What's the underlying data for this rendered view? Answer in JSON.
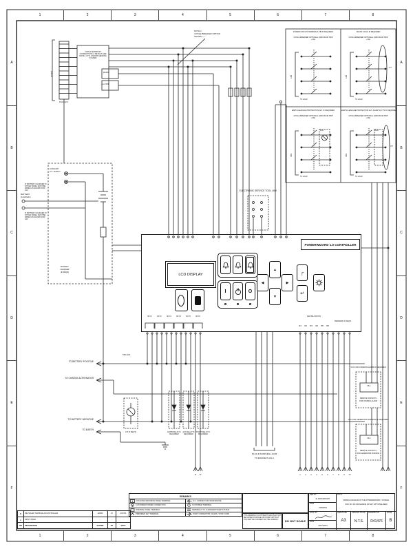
{
  "sheet": {
    "grid_cols": [
      "1",
      "2",
      "3",
      "4",
      "5",
      "6",
      "7",
      "8"
    ],
    "grid_rows": [
      "A",
      "B",
      "C",
      "D",
      "E",
      "F"
    ]
  },
  "top_left": {
    "note1_l1": "NOTE 1:",
    "note1_l2": "4 POLE BREAKER OPTION",
    "note1_l3": "SHOWN ----",
    "connector_text": "FOR ALTERNATOR CONNECTIONS & DETAILS SEE NOTE 1 CT'S & MAINS SENSING SYSTEM",
    "strip_label": "42 WAY",
    "plug_label": "PLUG A(X)",
    "box_mains": "MAINS",
    "box_estop": "E-STOP"
  },
  "detail_boxes": [
    {
      "title": "POWER CIRCUIT TERMINALS TB IF REQUIRED",
      "subtitle": "4 POLE BREAKER OPTIONAL (CB2 MCCB TRIP +VE)",
      "cb": "CB2",
      "load": "TO LOAD"
    },
    {
      "title": "SHUNT COILS IF REQUIRED",
      "subtitle": "4 POLE BREAKER OPTIONAL (CB2 MCCB TRIP +VE)",
      "cb": "CB2",
      "load": "TO LOAD",
      "ct": "CT"
    },
    {
      "title": "EARTH LEAKAGE PROTECTION ALT. IF REQUIRED",
      "subtitle": "4 POLE BREAKER OPTIONAL (CB2 MCCB TRIP +VE)",
      "cb": "CB2",
      "load": "TO LOAD",
      "rcd": "RCD"
    },
    {
      "title": "EARTH LEAKAGE PROTECTION ALT. & EARTH CT'S IF REQUIRED",
      "subtitle": "4 POLE BREAKER OPTIONAL (CB2 MCCB TRIP +VE)",
      "cb": "CB2",
      "load": "TO LOAD",
      "rcd": "RCD",
      "ct": "CT"
    }
  ],
  "middle": {
    "service_tool": "ELECTRONIC SERVICE TOOL LINK",
    "battery_l1": "BATTERY",
    "battery_l2": "(12/24Vdc)",
    "aux_l1": "AUXILIARY",
    "aux_l2": "A.C. SUPPLY",
    "note_a": "IF BATTERY CHARGER IS FITTED PANEL MUST BE WIRED AS SHOWN FOR 12V",
    "note_b": "IF BATTERY CHARGER IS FITTED PANEL MUST BE WIRED AS SHOWN FOR 24V",
    "charger_l1": "BATTERY",
    "charger_l2": "CHARGER",
    "charger_l3": "(IF REQD)"
  },
  "controller": {
    "title": "POWERWIZARD 1.0 CONTROLLER",
    "lcd": "LCD DISPLAY",
    "run": "I",
    "stop": "O",
    "up": "▲",
    "down": "▼",
    "left": "◀",
    "right": "▶",
    "esc": "┌",
    "enter": "↵"
  },
  "io": {
    "outputs": [
      "RLY1",
      "RLY2",
      "RLY3",
      "RLY4",
      "RLY5",
      "RLY6"
    ],
    "inputs": [
      "IP1",
      "IP2",
      "IP3",
      "IP4",
      "IP5",
      "IP6"
    ],
    "caption_inputs": "DIGITAL INPUTS",
    "caption_senders": "SENDERS IF REQ'D",
    "pins": [
      "1",
      "2",
      "3",
      "4",
      "5",
      "6",
      "7",
      "8",
      "9",
      "10",
      "11",
      "12"
    ]
  },
  "left_feeds": [
    "TO BATTERY POSITIVE",
    "TO CHARGE ALTERNATOR",
    "TO BATTERY NEGATIVE",
    "TO EARTH"
  ],
  "bottom": {
    "tb2_note": "TB2 LINK",
    "plugb": "PLUG B SUPPLIES LOOM",
    "engine": "TO ENGINE PLUG A",
    "opt1": "HORN RELAY IF REQUIRED",
    "opt2": "AUX RELAY IF REQUIRED",
    "opt3": "START RELAY IF REQUIRED",
    "opt0": "FIT IF REQ'D"
  },
  "vfc": [
    {
      "title": "VFC FOR COMMON ALARM IF REQUIRED",
      "relay": "RL1",
      "cap1": "REMOTE CONTACTS",
      "cap2": "FOR COMMON ALARM"
    },
    {
      "title": "VFC FOR GENERATOR RUNNING IF REQUIRED",
      "relay": "RL2",
      "cap1": "REMOTE CONTACTS",
      "cap2": "FOR GENERATOR RUNNING"
    }
  ],
  "remarks": {
    "title": "REMARKS",
    "rows": [
      {
        "left": "OUTGOING/INCOMING PANEL TERMINAL",
        "right": "D.C. CONNECTOR FROM ENGINE"
      },
      {
        "left": "CUSTOMER POWER CONNECTION",
        "right": "CUSTOMER TERMINAL"
      },
      {
        "left": "INTERNAL PANEL TERMINAL",
        "right": "TERMINALS TO CHARGER/OTHER SYSTEM"
      },
      {
        "left": "PREWIRED KEY TERMINAL",
        "right": "8 WAY CONNECTOR ON ENG. STOP LOOM"
      }
    ]
  },
  "copyright": "THIS DRAWING IS COPYRIGHT AND MUST NOT BE COPIED IN WHOLE OR IN PART WITHOUT THE WRITTEN CONSENT OF THE COMPANY",
  "revisions": {
    "rows": [
      {
        "issue": "B",
        "description": "RE-ISSUED TERMINALS/CONTROLLER",
        "ecn": "E2843",
        "by": "JC",
        "date": "29/7/04"
      },
      {
        "issue": "A",
        "description": "FIRST ISSUE",
        "ecn": "-",
        "by": "-",
        "date": "-"
      }
    ],
    "header": {
      "issue": "ISS",
      "description": "DESCRIPTION",
      "ecn": "ECN/SB",
      "by": "BY",
      "date": "DATE"
    }
  },
  "title_block": {
    "drn_by_label": "DRN. BY",
    "drn_by": "E.JEFFERSON",
    "date_label_1": "DATE",
    "drn_date": "29/09/04",
    "appd_by_label": "APPD. BY",
    "date_label_2": "DATE",
    "appd_date": "29/7/2004",
    "title_label": "TITLE:",
    "title_line1": "WIRING DIAGRAM OF THE POWERWIZARD 1.0 PANEL",
    "title_line2": "FOR 12V DC 400 ENGINE (3P 4W, OPTIONALISED)",
    "sheet_size_label": "SHEET SIZE",
    "sheet_size": "A3",
    "scale_label": "ORIGINAL SCALE",
    "scale": "N.T.S.",
    "drawing_no_label": "DRAWING NO.",
    "drawing_no": "D41476",
    "issue_label": "ISSUE",
    "issue": "B",
    "do_not_scale": "DO NOT SCALE"
  }
}
